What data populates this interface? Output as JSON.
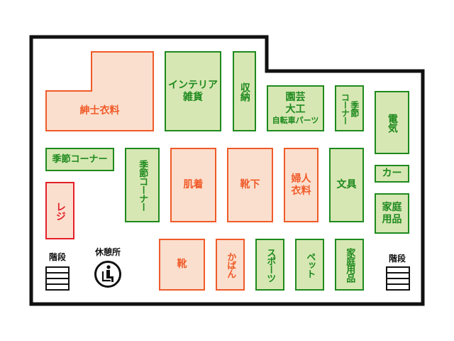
{
  "map": {
    "sections": {
      "mens_clothing": "紳士衣料",
      "interior_goods": "インテリア\n雑貨",
      "storage": "収納",
      "garden_diy": "園芸\n大工",
      "bike_parts": "自転車パーツ",
      "seasonal_small": "季節\nコーナー",
      "electronics": "電気",
      "seasonal_horizontal": "季節コーナー",
      "seasonal_vertical": "季節コーナー",
      "underwear": "肌着",
      "socks": "靴下",
      "womens_clothing": "婦人\n衣料",
      "stationery": "文具",
      "car": "カー",
      "household_right": "家庭\n用品",
      "register": "レジ",
      "shoes": "靴",
      "bags": "かばん",
      "sports": "スポーツ",
      "pet": "ペット",
      "household_bottom": "家庭用品"
    },
    "facilities": {
      "stairs_left": "階段",
      "rest_area": "休憩所",
      "stairs_right": "階段"
    }
  },
  "colors": {
    "green_border": "#1e8a1e",
    "green_fill": "#d7e7b3",
    "orange_border": "#f05a28",
    "orange_fill": "#fbdfce",
    "register_red": "#e3202b",
    "wall": "#111111"
  }
}
